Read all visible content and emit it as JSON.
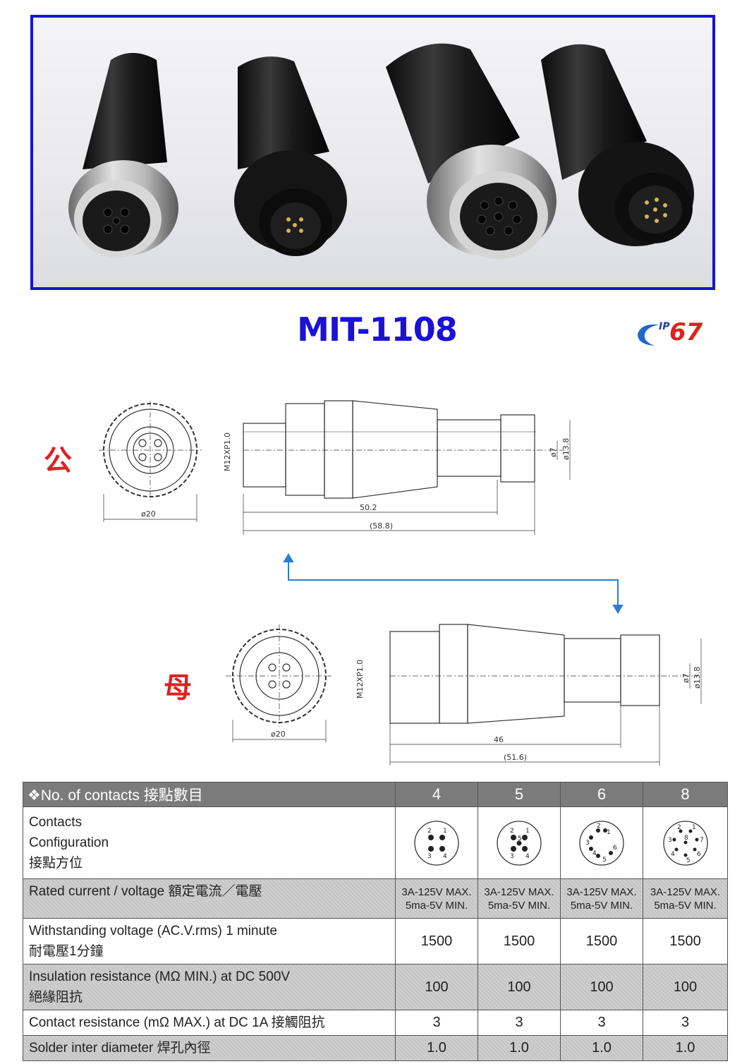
{
  "product": {
    "model": "MIT-1108",
    "ip_rating_prefix": "IP",
    "ip_rating_number": "67"
  },
  "photo": {
    "alt": "M12 connectors"
  },
  "drawings": {
    "male": {
      "label": "公",
      "thread": "M12XP1.0",
      "face_diameter": "ø20",
      "length": "50.2",
      "total_length": "(58.8)",
      "cable_inner": "ø7",
      "cable_outer": "ø13.8"
    },
    "female": {
      "label": "母",
      "thread": "M12XP1.0",
      "face_diameter": "ø20",
      "length": "46",
      "total_length": "(51.6)",
      "cable_inner": "ø7",
      "cable_outer": "ø13.8"
    }
  },
  "spec_table": {
    "header_label": "No. of contacts 接點數目",
    "header_marker": "❖",
    "columns": [
      "4",
      "5",
      "6",
      "8"
    ],
    "config_label_line1": "Contacts",
    "config_label_line2": "Configuration",
    "config_label_line3": "接點方位",
    "rows": [
      {
        "label": "Rated current / voltage  額定電流／電壓",
        "values": [
          "3A-125V MAX.",
          "3A-125V MAX.",
          "3A-125V MAX.",
          "3A-125V MAX."
        ],
        "values2": [
          "5ma-5V MIN.",
          "5ma-5V MIN.",
          "5ma-5V MIN.",
          "5ma-5V MIN."
        ]
      },
      {
        "label_line1": "Withstanding voltage (AC.V.rms) 1 minute",
        "label_line2": "耐電壓1分鐘",
        "values": [
          "1500",
          "1500",
          "1500",
          "1500"
        ]
      },
      {
        "label_line1": "Insulation resistance (MΩ MIN.) at DC 500V",
        "label_line2": "絕緣阻抗",
        "values": [
          "100",
          "100",
          "100",
          "100"
        ]
      },
      {
        "label": "Contact resistance (mΩ MAX.) at DC 1A 接觸阻抗",
        "values": [
          "3",
          "3",
          "3",
          "3"
        ]
      },
      {
        "label": "Solder inter diameter 焊孔內徑",
        "values": [
          "1.0",
          "1.0",
          "1.0",
          "1.0"
        ]
      }
    ],
    "pin_numbers": {
      "c4": [
        "1",
        "2",
        "3",
        "4"
      ],
      "c5": [
        "1",
        "2",
        "3",
        "4",
        "5"
      ],
      "c6": [
        "1",
        "2",
        "3",
        "4",
        "5",
        "6"
      ],
      "c8": [
        "1",
        "2",
        "3",
        "4",
        "5",
        "6",
        "7",
        "8"
      ]
    }
  },
  "colors": {
    "frame_blue": "#1414d8",
    "title_blue": "#1b12d6",
    "label_red": "#e02020",
    "arrow_blue": "#2a7fd0",
    "header_gray": "#7b7b7b"
  }
}
